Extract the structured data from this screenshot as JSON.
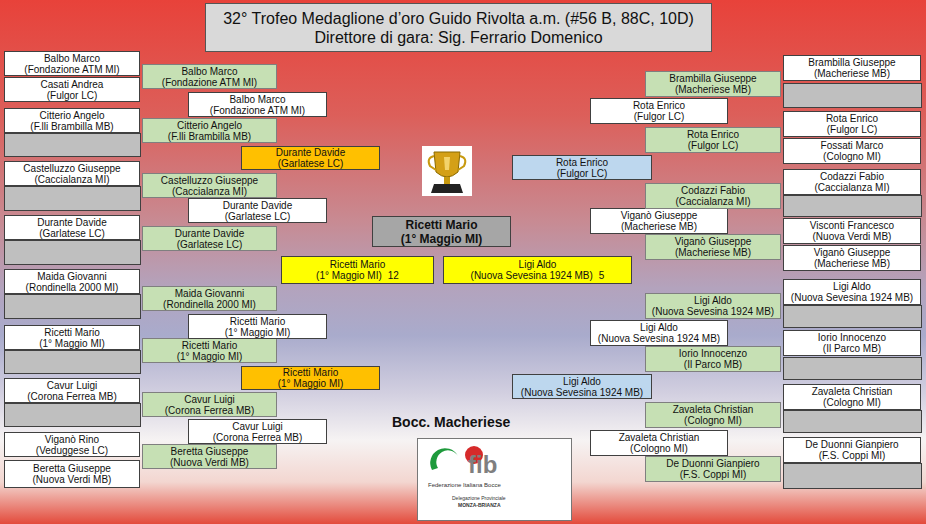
{
  "diagram": {
    "title": "32° Trofeo Medaglione d’oro Guido Rivolta a.m. (#56 B, 88C, 10D)",
    "nodes": [
      {
        "text": [
          "Balbo Marco",
          "(Fondazione ATM MI)"
        ]
      },
      {
        "text": [
          "Casati Andrea",
          "(Fulgor LC)"
        ]
      },
      {
        "text": [
          "Citterio Angelo",
          "(F.lli Brambilla MB)"
        ]
      },
      {
        "text": [
          "Castelluzzo Giuseppe",
          "(Caccialanza MI)"
        ]
      },
      {
        "text": [
          "Durante Davide",
          "(Garlatese LC)"
        ]
      },
      {
        "text": [
          "Maida Giovanni",
          "(Rondinella 2000 MI)"
        ]
      },
      {
        "text": [
          "Ricetti Mario",
          "(1° Maggio MI)"
        ]
      },
      {
        "text": [
          "Cavur Luigi",
          "(Corona Ferrea MB)"
        ]
      },
      {
        "text": [
          "Viganò Rino",
          "(Veduggese LC)"
        ]
      },
      {
        "text": [
          "Beretta Giuseppe",
          "(Nuova Verdi MB)"
        ]
      },
      {
        "text": [
          "Balbo Marco",
          "(Fondazione ATM MI)"
        ]
      },
      {
        "text": [
          "Citterio Angelo",
          "(F.lli Brambilla MB)"
        ]
      },
      {
        "text": [
          "Castelluzzo Giuseppe",
          "(Caccialanza MI)"
        ]
      },
      {
        "text": [
          "Durante Davide",
          "(Garlatese LC)"
        ]
      },
      {
        "text": [
          "Maida Giovanni",
          "(Rondinella 2000 MI)"
        ]
      },
      {
        "text": [
          "Ricetti Mario",
          "(1° Maggio MI)"
        ]
      },
      {
        "text": [
          "Cavur Luigi",
          "(Corona Ferrea MB)"
        ]
      },
      {
        "text": [
          "Beretta Giuseppe",
          "(Nuova Verdi MB)"
        ]
      },
      {
        "text": [
          "Balbo Marco",
          "(Fondazione ATM MI)"
        ]
      },
      {
        "text": [
          "Durante Davide",
          "(Garlatese LC)"
        ]
      },
      {
        "text": [
          "Ricetti Mario",
          "(1° Maggio MI)"
        ]
      },
      {
        "text": [
          "Cavur Luigi",
          "(Corona Ferrea MB)"
        ]
      },
      {
        "text": [
          "Durante Davide",
          "(Garlatese LC)"
        ]
      },
      {
        "text": [
          "Ricetti Mario",
          "(1° Maggio MI)"
        ]
      },
      {
        "text": [
          "Ricetti Mario",
          "(1° Maggio MI)",
          "12"
        ]
      },
      {
        "text": [
          "Ricetti Mario",
          "(1° Maggio MI)"
        ]
      },
      {
        "text": [
          "Ligi Aldo",
          "(Nuova Sevesina 1924 MB)",
          "5"
        ]
      },
      {
        "text": [
          "Rota Enrico",
          "(Fulgor LC)"
        ]
      },
      {
        "text": [
          "Ligi Aldo",
          "(Nuova Sevesina 1924 MB)"
        ]
      },
      {
        "text": [
          "Rota Enrico",
          "(Fulgor LC)"
        ]
      },
      {
        "text": [
          "Viganò Giuseppe",
          "(Macheriese MB)"
        ]
      },
      {
        "text": [
          "Ligi Aldo",
          "(Nuova Sevesina 1924 MB)"
        ]
      },
      {
        "text": [
          "Zavaleta Christian",
          "(Cologno MI)"
        ]
      },
      {
        "text": [
          "Brambilla Giuseppe",
          "(Macheriese MB)"
        ]
      },
      {
        "text": [
          "Rota Enrico",
          "(Fulgor LC)"
        ]
      },
      {
        "text": [
          "Codazzi Fabio",
          "(Caccialanza MI)"
        ]
      },
      {
        "text": [
          "Viganò Giuseppe",
          "(Macheriese MB)"
        ]
      },
      {
        "text": [
          "Ligi Aldo",
          "(Nuova Sevesina 1924 MB)"
        ]
      },
      {
        "text": [
          "Iorio Innocenzo",
          "(Il Parco MB)"
        ]
      },
      {
        "text": [
          "Zavaleta Christian",
          "(Cologno MI)"
        ]
      },
      {
        "text": [
          "De Duonni Gianpiero",
          "(F.S. Coppi MI)"
        ]
      },
      {
        "text": [
          "Brambilla Giuseppe",
          "(Macheriese MB)"
        ]
      },
      {
        "text": [
          "Rota Enrico",
          "(Fulgor LC)"
        ]
      },
      {
        "text": [
          "Fossati Marco",
          "(Cologno MI)"
        ]
      },
      {
        "text": [
          "Codazzi Fabio",
          "(Caccialanza MI)"
        ]
      },
      {
        "text": [
          "Visconti Francesco",
          "(Nuova Verdi MB)"
        ]
      },
      {
        "text": [
          "Viganò Giuseppe",
          "(Macheriese MB)"
        ]
      },
      {
        "text": [
          "Ligi Aldo",
          "(Nuova Sevesina 1924 MB)"
        ]
      },
      {
        "text": [
          "Iorio Innocenzo",
          "(Il Parco MB)"
        ]
      },
      {
        "text": [
          "Zavaleta Christian",
          "(Cologno MI)"
        ]
      },
      {
        "text": [
          "De Duonni Gianpiero",
          "(F.S. Coppi MI)"
        ]
      }
    ],
    "labels": [
      "Direttore di gara: Sig. Ferrario Domenico",
      "Bocc. Macheriese",
      "fib",
      "Federazione Italiana Bocce",
      "Delegazione Provinciale",
      "MONZA-BRIANZA"
    ]
  }
}
